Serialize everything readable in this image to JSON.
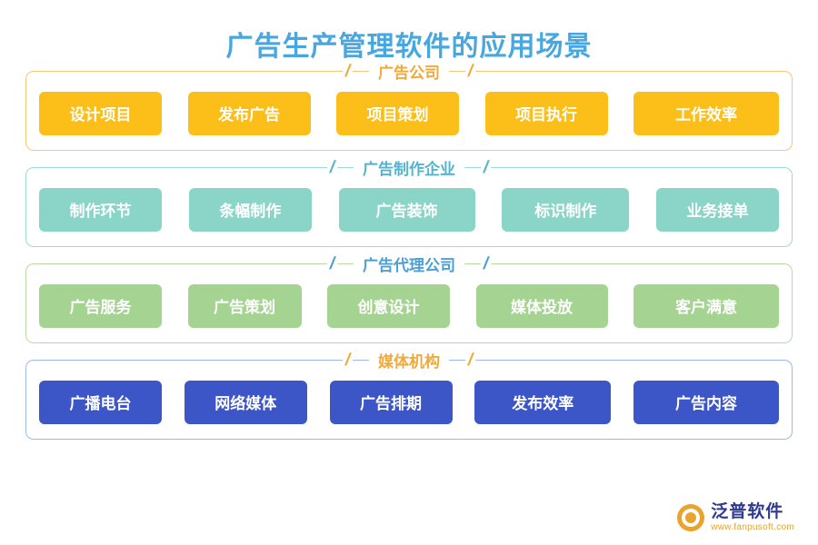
{
  "page": {
    "title": "广告生产管理软件的应用场景",
    "slash": "/"
  },
  "groups": [
    {
      "heading": "广告公司",
      "theme": "orange",
      "items": [
        {
          "label": "设计项目",
          "width": 135
        },
        {
          "label": "发布广告",
          "width": 135
        },
        {
          "label": "项目策划",
          "width": 135
        },
        {
          "label": "项目执行",
          "width": 135
        },
        {
          "label": "工作效率",
          "width": 160
        }
      ]
    },
    {
      "heading": "广告制作企业",
      "theme": "teal",
      "items": [
        {
          "label": "制作环节",
          "width": 135
        },
        {
          "label": "条幅制作",
          "width": 135
        },
        {
          "label": "广告装饰",
          "width": 150
        },
        {
          "label": "标识制作",
          "width": 140
        },
        {
          "label": "业务接单",
          "width": 135
        }
      ]
    },
    {
      "heading": "广告代理公司",
      "theme": "green",
      "items": [
        {
          "label": "广告服务",
          "width": 135
        },
        {
          "label": "广告策划",
          "width": 125
        },
        {
          "label": "创意设计",
          "width": 135
        },
        {
          "label": "媒体投放",
          "width": 145
        },
        {
          "label": "客户满意",
          "width": 160
        }
      ]
    },
    {
      "heading": "媒体机构",
      "theme": "blue",
      "items": [
        {
          "label": "广播电台",
          "width": 135
        },
        {
          "label": "网络媒体",
          "width": 135
        },
        {
          "label": "广告排期",
          "width": 135
        },
        {
          "label": "发布效率",
          "width": 150
        },
        {
          "label": "广告内容",
          "width": 160
        }
      ]
    }
  ],
  "logo": {
    "name": "泛普软件",
    "url": "www.fanpusoft.com"
  }
}
